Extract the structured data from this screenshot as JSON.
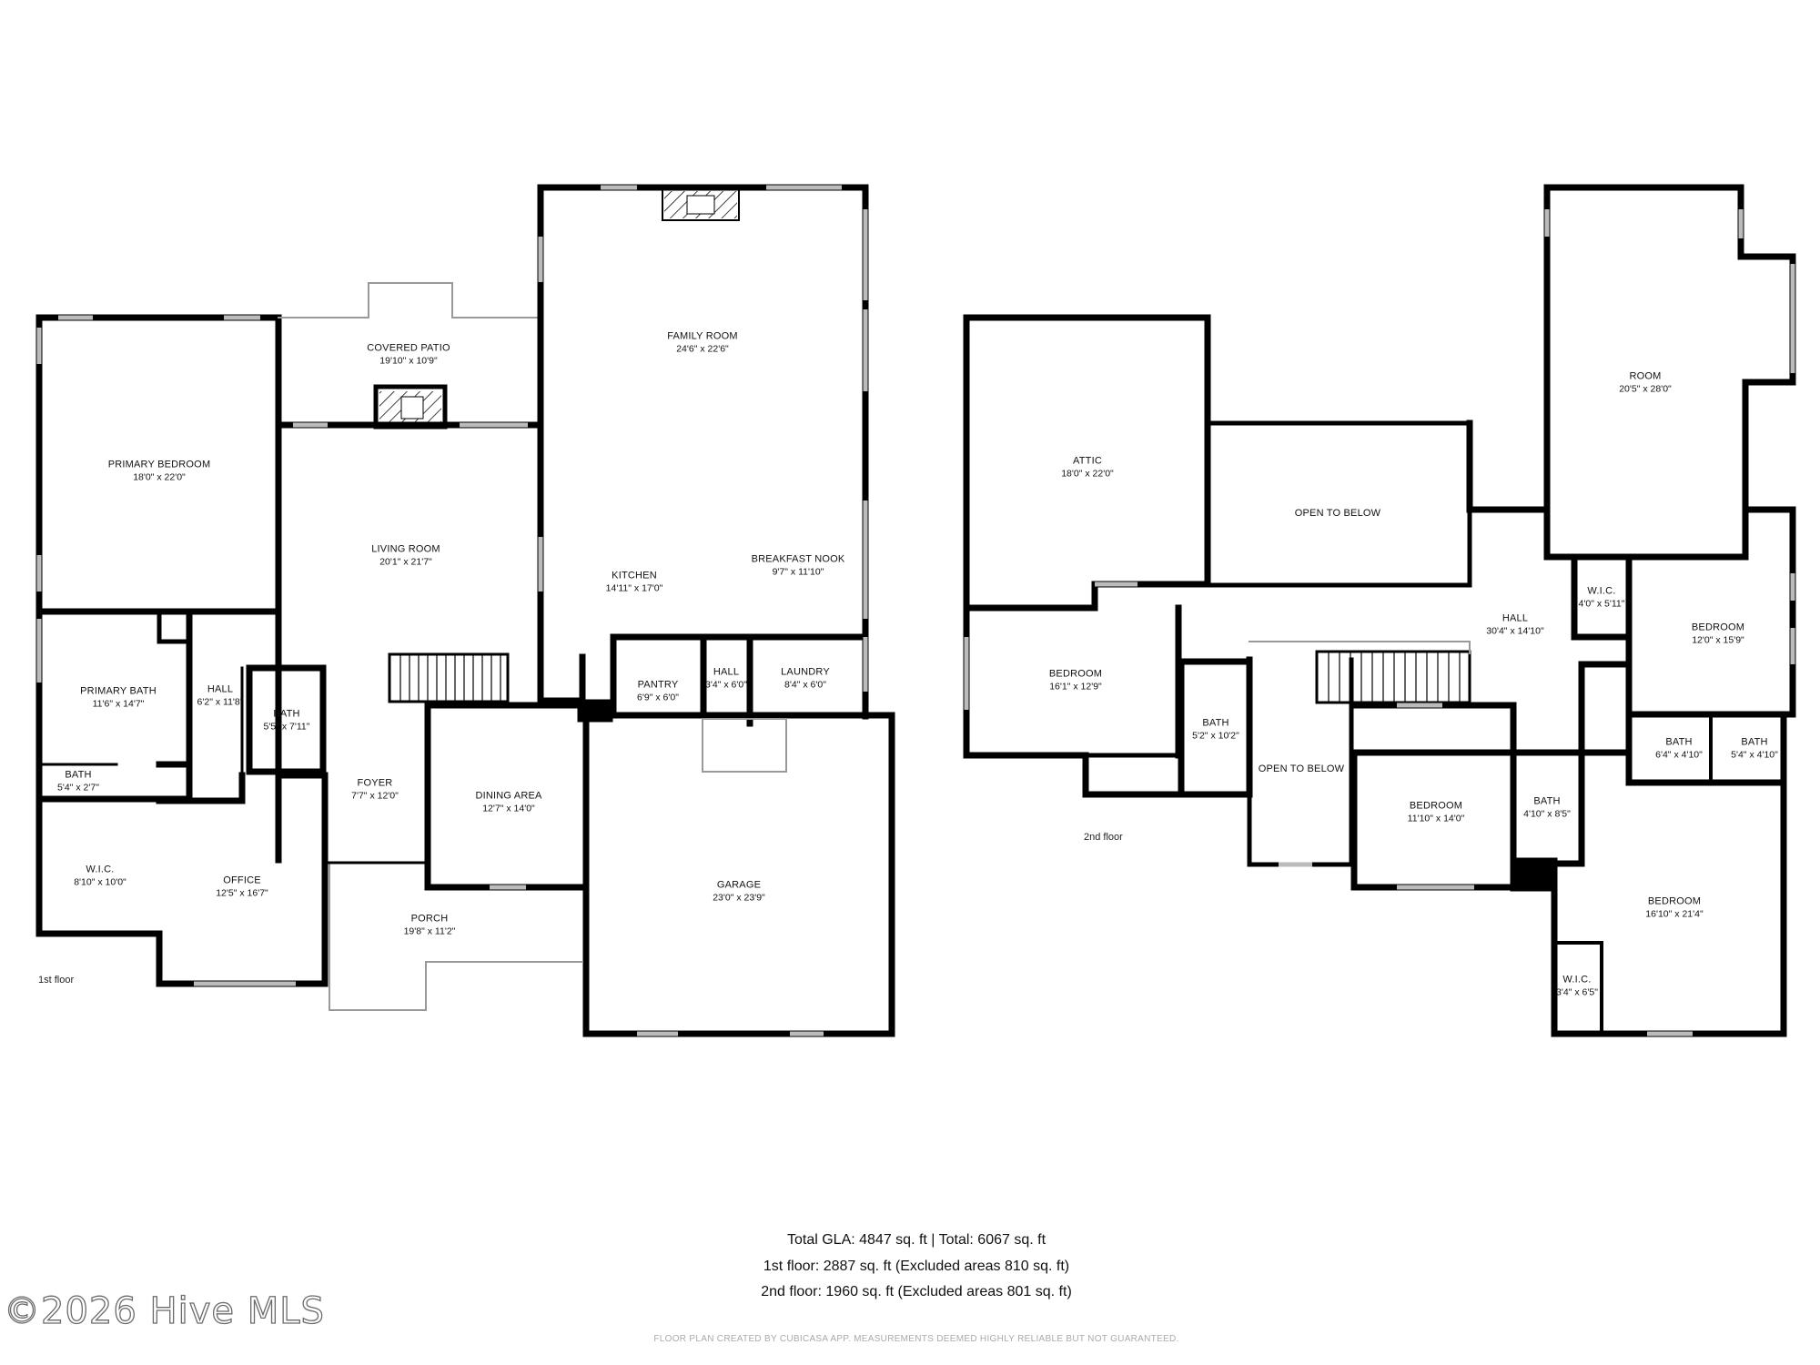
{
  "floor1": {
    "label": "1st floor",
    "rooms": [
      {
        "id": "primary-bedroom",
        "name": "PRIMARY BEDROOM",
        "dims": "18'0\" x 22'0\""
      },
      {
        "id": "covered-patio",
        "name": "COVERED PATIO",
        "dims": "19'10\" x 10'9\""
      },
      {
        "id": "family-room",
        "name": "FAMILY ROOM",
        "dims": "24'6\" x 22'6\""
      },
      {
        "id": "living-room",
        "name": "LIVING ROOM",
        "dims": "20'1\" x 21'7\""
      },
      {
        "id": "kitchen",
        "name": "KITCHEN",
        "dims": "14'11\" x 17'0\""
      },
      {
        "id": "breakfast-nook",
        "name": "BREAKFAST NOOK",
        "dims": "9'7\" x 11'10\""
      },
      {
        "id": "primary-bath",
        "name": "PRIMARY BATH",
        "dims": "11'6\" x 14'7\""
      },
      {
        "id": "hall-west",
        "name": "HALL",
        "dims": "6'2\" x 11'8\""
      },
      {
        "id": "bath-small",
        "name": "BATH",
        "dims": "5'5\" x 7'11\""
      },
      {
        "id": "pantry",
        "name": "PANTRY",
        "dims": "6'9\" x 6'0\""
      },
      {
        "id": "hall-laundry",
        "name": "HALL",
        "dims": "3'4\" x 6'0\""
      },
      {
        "id": "laundry",
        "name": "LAUNDRY",
        "dims": "8'4\" x 6'0\""
      },
      {
        "id": "bath-tiny",
        "name": "BATH",
        "dims": "5'4\" x 2'7\""
      },
      {
        "id": "foyer",
        "name": "FOYER",
        "dims": "7'7\" x 12'0\""
      },
      {
        "id": "dining-area",
        "name": "DINING AREA",
        "dims": "12'7\" x 14'0\""
      },
      {
        "id": "wic-1",
        "name": "W.I.C.",
        "dims": "8'10\" x 10'0\""
      },
      {
        "id": "office",
        "name": "OFFICE",
        "dims": "12'5\" x 16'7\""
      },
      {
        "id": "garage",
        "name": "GARAGE",
        "dims": "23'0\" x 23'9\""
      },
      {
        "id": "porch",
        "name": "PORCH",
        "dims": "19'8\" x 11'2\""
      }
    ]
  },
  "floor2": {
    "label": "2nd floor",
    "rooms": [
      {
        "id": "room",
        "name": "ROOM",
        "dims": "20'5\" x 28'0\""
      },
      {
        "id": "attic",
        "name": "ATTIC",
        "dims": "18'0\" x 22'0\""
      },
      {
        "id": "open-below-1",
        "name": "OPEN TO BELOW",
        "dims": ""
      },
      {
        "id": "hall-2",
        "name": "HALL",
        "dims": "30'4\" x 14'10\""
      },
      {
        "id": "wic-2",
        "name": "W.I.C.",
        "dims": "4'0\" x 5'11\""
      },
      {
        "id": "bedroom-ne",
        "name": "BEDROOM",
        "dims": "12'0\" x 15'9\""
      },
      {
        "id": "bedroom-w",
        "name": "BEDROOM",
        "dims": "16'1\" x 12'9\""
      },
      {
        "id": "bath-2a",
        "name": "BATH",
        "dims": "5'2\" x 10'2\""
      },
      {
        "id": "bath-2b",
        "name": "BATH",
        "dims": "6'4\" x 4'10\""
      },
      {
        "id": "bath-2c",
        "name": "BATH",
        "dims": "5'4\" x 4'10\""
      },
      {
        "id": "open-below-2",
        "name": "OPEN TO BELOW",
        "dims": ""
      },
      {
        "id": "bedroom-mid",
        "name": "BEDROOM",
        "dims": "11'10\" x 14'0\""
      },
      {
        "id": "bath-2d",
        "name": "BATH",
        "dims": "4'10\" x 8'5\""
      },
      {
        "id": "bedroom-se",
        "name": "BEDROOM",
        "dims": "16'10\" x 21'4\""
      },
      {
        "id": "wic-3",
        "name": "W.I.C.",
        "dims": "3'4\" x 6'5\""
      }
    ]
  },
  "summary": {
    "total": "Total GLA: 4847 sq. ft | Total: 6067 sq. ft",
    "floor1": "1st floor: 2887 sq. ft (Excluded areas 810 sq. ft)",
    "floor2": "2nd floor: 1960 sq. ft (Excluded areas 801 sq. ft)"
  },
  "disclaimer": "FLOOR PLAN CREATED BY CUBICASA APP. MEASUREMENTS DEEMED HIGHLY RELIABLE BUT NOT GUARANTEED.",
  "copyright": "©2026 Hive MLS",
  "colors": {
    "wall": "#000000",
    "thin_wall": "#999999",
    "window": "#bbbbbb",
    "background": "#ffffff"
  }
}
